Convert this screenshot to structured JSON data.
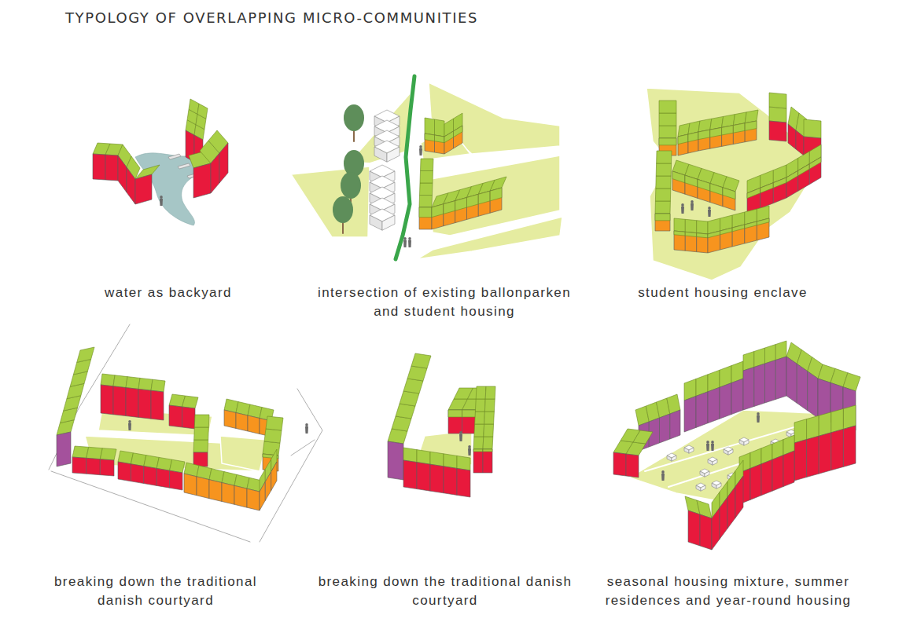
{
  "diagram": {
    "title": "TYPOLOGY OF OVERLAPPING MICRO-COMMUNITIES",
    "labels": [
      "water as backyard",
      "intersection of existing ballonparken and student housing",
      "student housing enclave",
      "breaking down the traditional danish courtyard",
      "breaking down the traditional danish courtyard",
      "seasonal housing mixture, summer residences and year-round housing"
    ]
  }
}
